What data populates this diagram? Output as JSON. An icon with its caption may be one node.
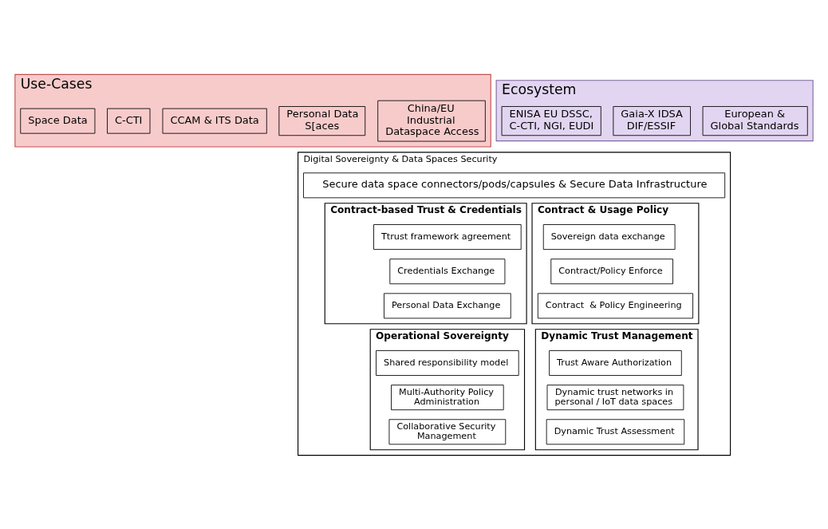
{
  "diagram": {
    "nodes": [
      {
        "text": [
          "Use-Cases"
        ]
      },
      {
        "text": [
          "China/EU Industrial Dataspace Access"
        ],
        "in": 0
      },
      {
        "text": [
          "Personal Data S[aces"
        ],
        "in": 0
      },
      {
        "text": [
          "CCAM & ITS Data"
        ],
        "in": 0
      },
      {
        "text": [
          "C-CTI"
        ],
        "in": 0
      },
      {
        "text": [
          "Space Data"
        ],
        "in": 0
      },
      {
        "text": [
          "Ecosystem"
        ]
      },
      {
        "text": [
          "European & Global Standards"
        ],
        "in": 6
      },
      {
        "text": [
          "Gaia-X IDSA DIF/ESSIF"
        ],
        "in": 6
      },
      {
        "text": [
          "ENISA EU DSSC, C-CTI, NGI, EUDI"
        ],
        "in": 6
      },
      {
        "text": [
          "Digital Sovereignty & Data Spaces Security"
        ]
      },
      {
        "text": [
          "Secure data space connectors/pods/capsules & Secure Data Infrastructure"
        ],
        "in": 10
      },
      {
        "text": [
          "Contract-based Trust & Credentials"
        ],
        "in": 10
      },
      {
        "text": [
          "Ttrust framework agreement"
        ],
        "in": 12
      },
      {
        "text": [
          "Credentials Exchange"
        ],
        "in": 12
      },
      {
        "text": [
          "Personal Data Exchange"
        ],
        "in": 12
      },
      {
        "text": [
          "Contract & Usage Policy"
        ],
        "in": 10
      },
      {
        "text": [
          "Sovereign data exchange"
        ],
        "in": 16
      },
      {
        "text": [
          "Contract/Policy Enforce"
        ],
        "in": 16
      },
      {
        "text": [
          "Contract  & Policy Engineering"
        ],
        "in": 16
      },
      {
        "text": [
          "Operational Sovereignty"
        ],
        "in": 10
      },
      {
        "text": [
          "Shared responsibility model"
        ],
        "in": 20
      },
      {
        "text": [
          "Multi-Authority Policy Administration"
        ],
        "in": 20
      },
      {
        "text": [
          "Collaborative Security Management"
        ],
        "in": 20
      },
      {
        "text": [
          "Dynamic Trust Management"
        ],
        "in": 10
      },
      {
        "text": [
          "Trust Aware Authorization"
        ],
        "in": 24
      },
      {
        "text": [
          "Dynamic trust networks in personal / IoT data spaces"
        ],
        "in": 24
      },
      {
        "text": [
          "Dynamic Trust Assessment"
        ],
        "in": 24
      }
    ],
    "edges": []
  }
}
